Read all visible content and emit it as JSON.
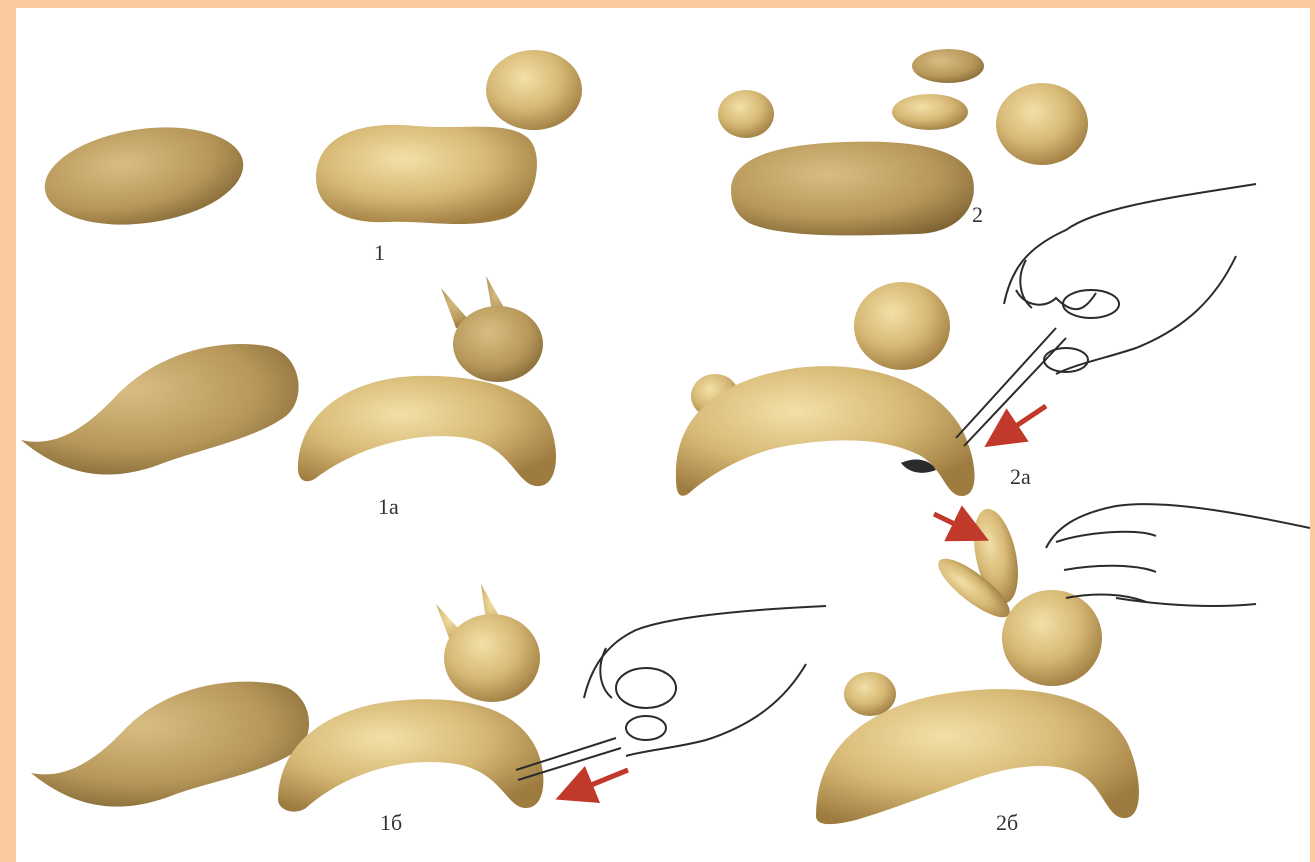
{
  "labels": {
    "step_1": "1",
    "step_1a": "1a",
    "step_1b": "1б",
    "step_2": "2",
    "step_2a": "2a",
    "step_2b": "2б"
  },
  "colors": {
    "frame": "#fbc99e",
    "clay": "#d9bd7c",
    "clay_dark": "#b89558",
    "arrow": "#c0392b"
  }
}
